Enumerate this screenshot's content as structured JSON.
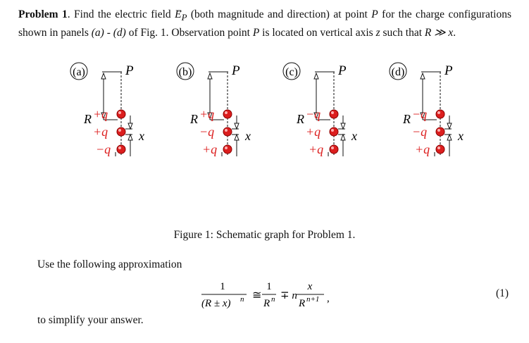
{
  "problem": {
    "title": "Problem 1",
    "text_1": ". Find the electric field ",
    "field_symbol": "E",
    "field_subscript": "P",
    "text_2": " (both magnitude and direction) at point ",
    "point": "P",
    "text_3": " for the charge configurations shown in panels ",
    "panel_first": "(a)",
    "dash": " - ",
    "panel_last": "(d)",
    "text_4": " of Fig. 1. Observation point ",
    "text_5": " is located on vertical axis ",
    "axis": "z",
    "text_6": " such that ",
    "condition": "R ≫ x",
    "period": "."
  },
  "figure": {
    "point_label": "P",
    "distance_label": "R",
    "spacing_label": "x",
    "panels": [
      {
        "label": "(a)",
        "charges": [
          "+q",
          "+q",
          "−q"
        ]
      },
      {
        "label": "(b)",
        "charges": [
          "+q",
          "−q",
          "+q"
        ]
      },
      {
        "label": "(c)",
        "charges": [
          "−q",
          "+q",
          "+q"
        ]
      },
      {
        "label": "(d)",
        "charges": [
          "−q",
          "−q",
          "+q"
        ]
      }
    ],
    "charge_color": "#dc1e1e",
    "caption": "Figure 1: Schematic graph for Problem 1."
  },
  "body": {
    "use_text": "Use the following approximation",
    "simplify_text": "to simplify your answer."
  },
  "equation": {
    "lhs_numerator": "1",
    "lhs_denominator": "(R ± x)",
    "lhs_power": "n",
    "approx_symbol": "≅",
    "rhs_numerator": "1",
    "rhs_denominator": "R",
    "rhs_power": "n",
    "mp": "∓ n",
    "frac2_numerator": "x",
    "frac2_denominator": "R",
    "frac2_power": "n+1",
    "comma": ",",
    "number": "(1)"
  }
}
